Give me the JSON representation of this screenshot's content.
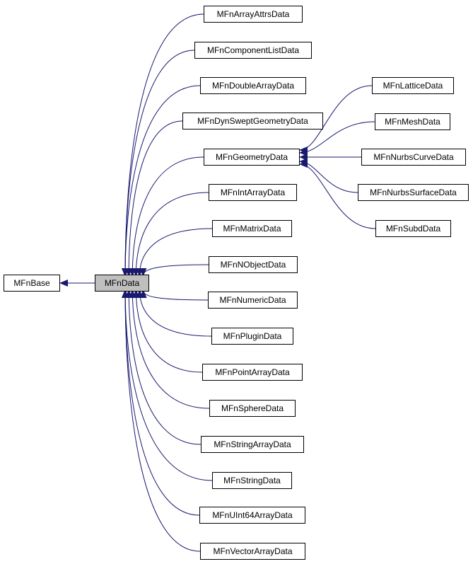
{
  "diagram": {
    "base_class": "MFnBase",
    "focus_class": "MFnData",
    "derived_classes": [
      "MFnArrayAttrsData",
      "MFnComponentListData",
      "MFnDoubleArrayData",
      "MFnDynSweptGeometryData",
      "MFnGeometryData",
      "MFnIntArrayData",
      "MFnMatrixData",
      "MFnNObjectData",
      "MFnNumericData",
      "MFnPluginData",
      "MFnPointArrayData",
      "MFnSphereData",
      "MFnStringArrayData",
      "MFnStringData",
      "MFnUInt64ArrayData",
      "MFnVectorArrayData"
    ],
    "geometry_subclasses": [
      "MFnLatticeData",
      "MFnMeshData",
      "MFnNurbsCurveData",
      "MFnNurbsSurfaceData",
      "MFnSubdData"
    ],
    "colors": {
      "edge": "#191970",
      "arrowhead": "#191970",
      "node_border": "#000000",
      "node_fill": "#ffffff",
      "highlight_fill": "#bfbfbf"
    }
  }
}
